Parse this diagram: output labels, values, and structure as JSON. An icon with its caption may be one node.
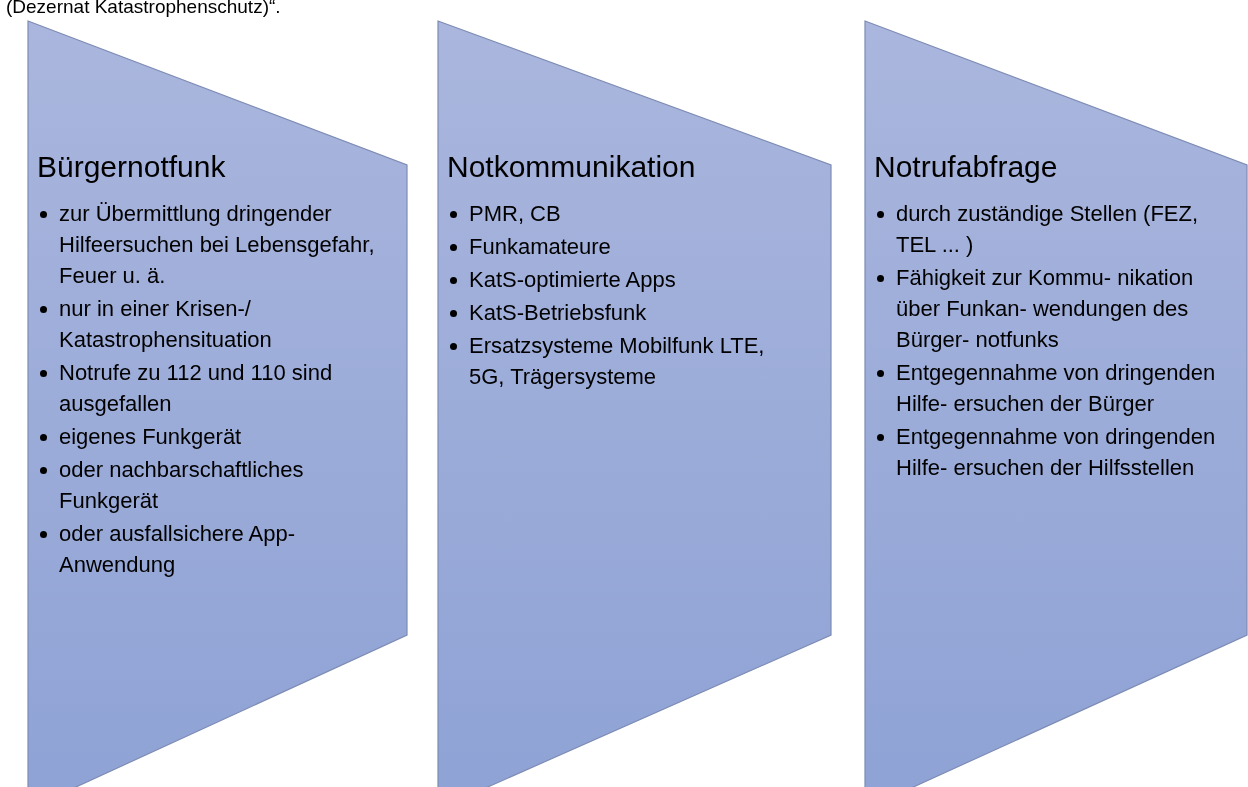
{
  "diagram": {
    "nodes": [
      {
        "text": [
          "Bürgernotfunk",
          "zur Übermittlung dringender Hilfeersuchen bei Lebensgefahr, Feuer u. ä.",
          "nur in einer Krisen-/ Katastrophensituation",
          "Notrufe zu 112 und 110 sind ausgefallen",
          "eigenes Funkgerät",
          "oder nachbarschaftliches Funkgerät",
          "oder ausfallsichere App- Anwendung"
        ]
      },
      {
        "text": [
          "Notkommunikation",
          "PMR, CB",
          "Funkamateure",
          "KatS-optimierte Apps",
          "KatS-Betriebsfunk",
          "Ersatzsysteme Mobilfunk LTE, 5G, Trägersysteme"
        ]
      },
      {
        "text": [
          "Notrufabfrage",
          "durch zuständige Stellen (FEZ, TEL ... )",
          "Fähigkeit zur Kommu- nikation über Funkan- wendungen des Bürger- notfunks",
          "Entgegennahme von dringenden Hilfe- ersuchen der Bürger",
          "Entgegennahme von dringenden Hilfe- ersuchen der Hilfsstellen"
        ]
      }
    ],
    "labels": [
      "(Dezernat Katastrophenschutz)“."
    ]
  }
}
